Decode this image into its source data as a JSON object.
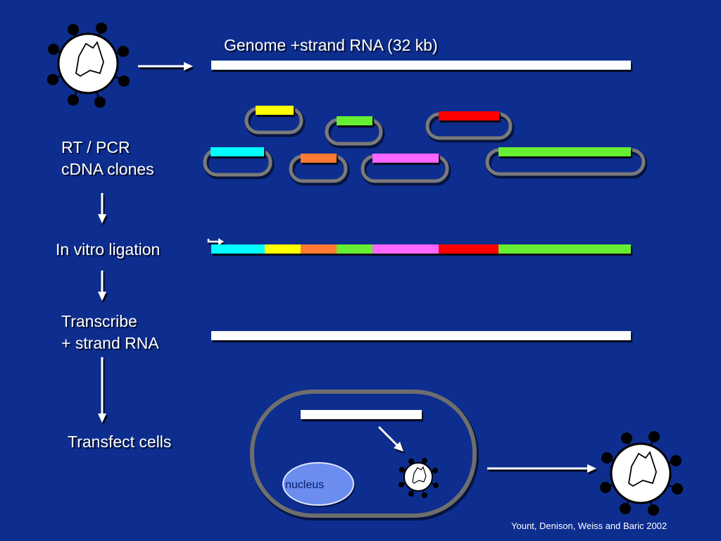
{
  "title": "Genome +strand RNA  (32 kb)",
  "steps": [
    {
      "lines": [
        "RT / PCR",
        "cDNA clones"
      ]
    },
    {
      "lines": [
        "In vitro ligation"
      ]
    },
    {
      "lines": [
        "Transcribe",
        "+ strand RNA"
      ]
    },
    {
      "lines": [
        "Transfect cells"
      ]
    }
  ],
  "cell": {
    "nucleus_label": "nucleus"
  },
  "citation": "Yount, Denison, Weiss and Baric 2002",
  "fragment_colors": [
    "#00ffff",
    "#ffff00",
    "#ff7a33",
    "#66ee33",
    "#ff66ff",
    "#ff0000",
    "#66ee33"
  ],
  "colors": {
    "background": "#0d2d8f",
    "rna": "#ffffff",
    "plasmid": "#7a7a7a",
    "cell_membrane": "#6e6e6e",
    "nucleus": "#6b8df0"
  }
}
